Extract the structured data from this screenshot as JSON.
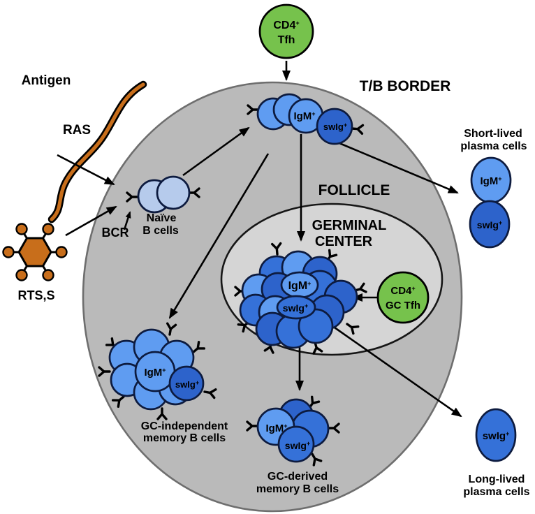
{
  "diagram": {
    "antigen_label": "Antigen",
    "ras_label": "RAS",
    "rtss_label": "RTS,S",
    "bcr_label": "BCR",
    "tb_border_label": "T/B BORDER",
    "follicle_label": "FOLLICLE",
    "germinal_center_line1": "GERMINAL",
    "germinal_center_line2": "CENTER",
    "naive_line1": "Naïve",
    "naive_line2": "B cells",
    "cd4_base": "CD4",
    "plus": "+",
    "tfh_label": "Tfh",
    "gc_tfh_label": "GC Tfh",
    "igm_base": "IgM",
    "swig_base": "swIg",
    "short_lived_line1": "Short-lived",
    "short_lived_line2": "plasma cells",
    "long_lived_line1": "Long-lived",
    "long_lived_line2": "plasma cells",
    "gc_independent_line1": "GC-independent",
    "gc_independent_line2": "memory B cells",
    "gc_derived_line1": "GC-derived",
    "gc_derived_line2": "memory B cells"
  },
  "colors": {
    "background": "#ffffff",
    "main_compartment": "#bababa",
    "main_compartment_border": "#6e6e6e",
    "germinal_center_fill": "#d5d5d5",
    "germinal_center_border": "#161616",
    "light_blue_cell": "#5f9cf1",
    "mid_blue_cell": "#3571d8",
    "dark_blue_cell": "#2d63cb",
    "naive_cell": "#b6cbec",
    "tfh_cell": "#76c24c",
    "antigen_orange": "#c86e1b",
    "cell_outline": "#0d1b3f",
    "arrow_color": "#000000"
  }
}
